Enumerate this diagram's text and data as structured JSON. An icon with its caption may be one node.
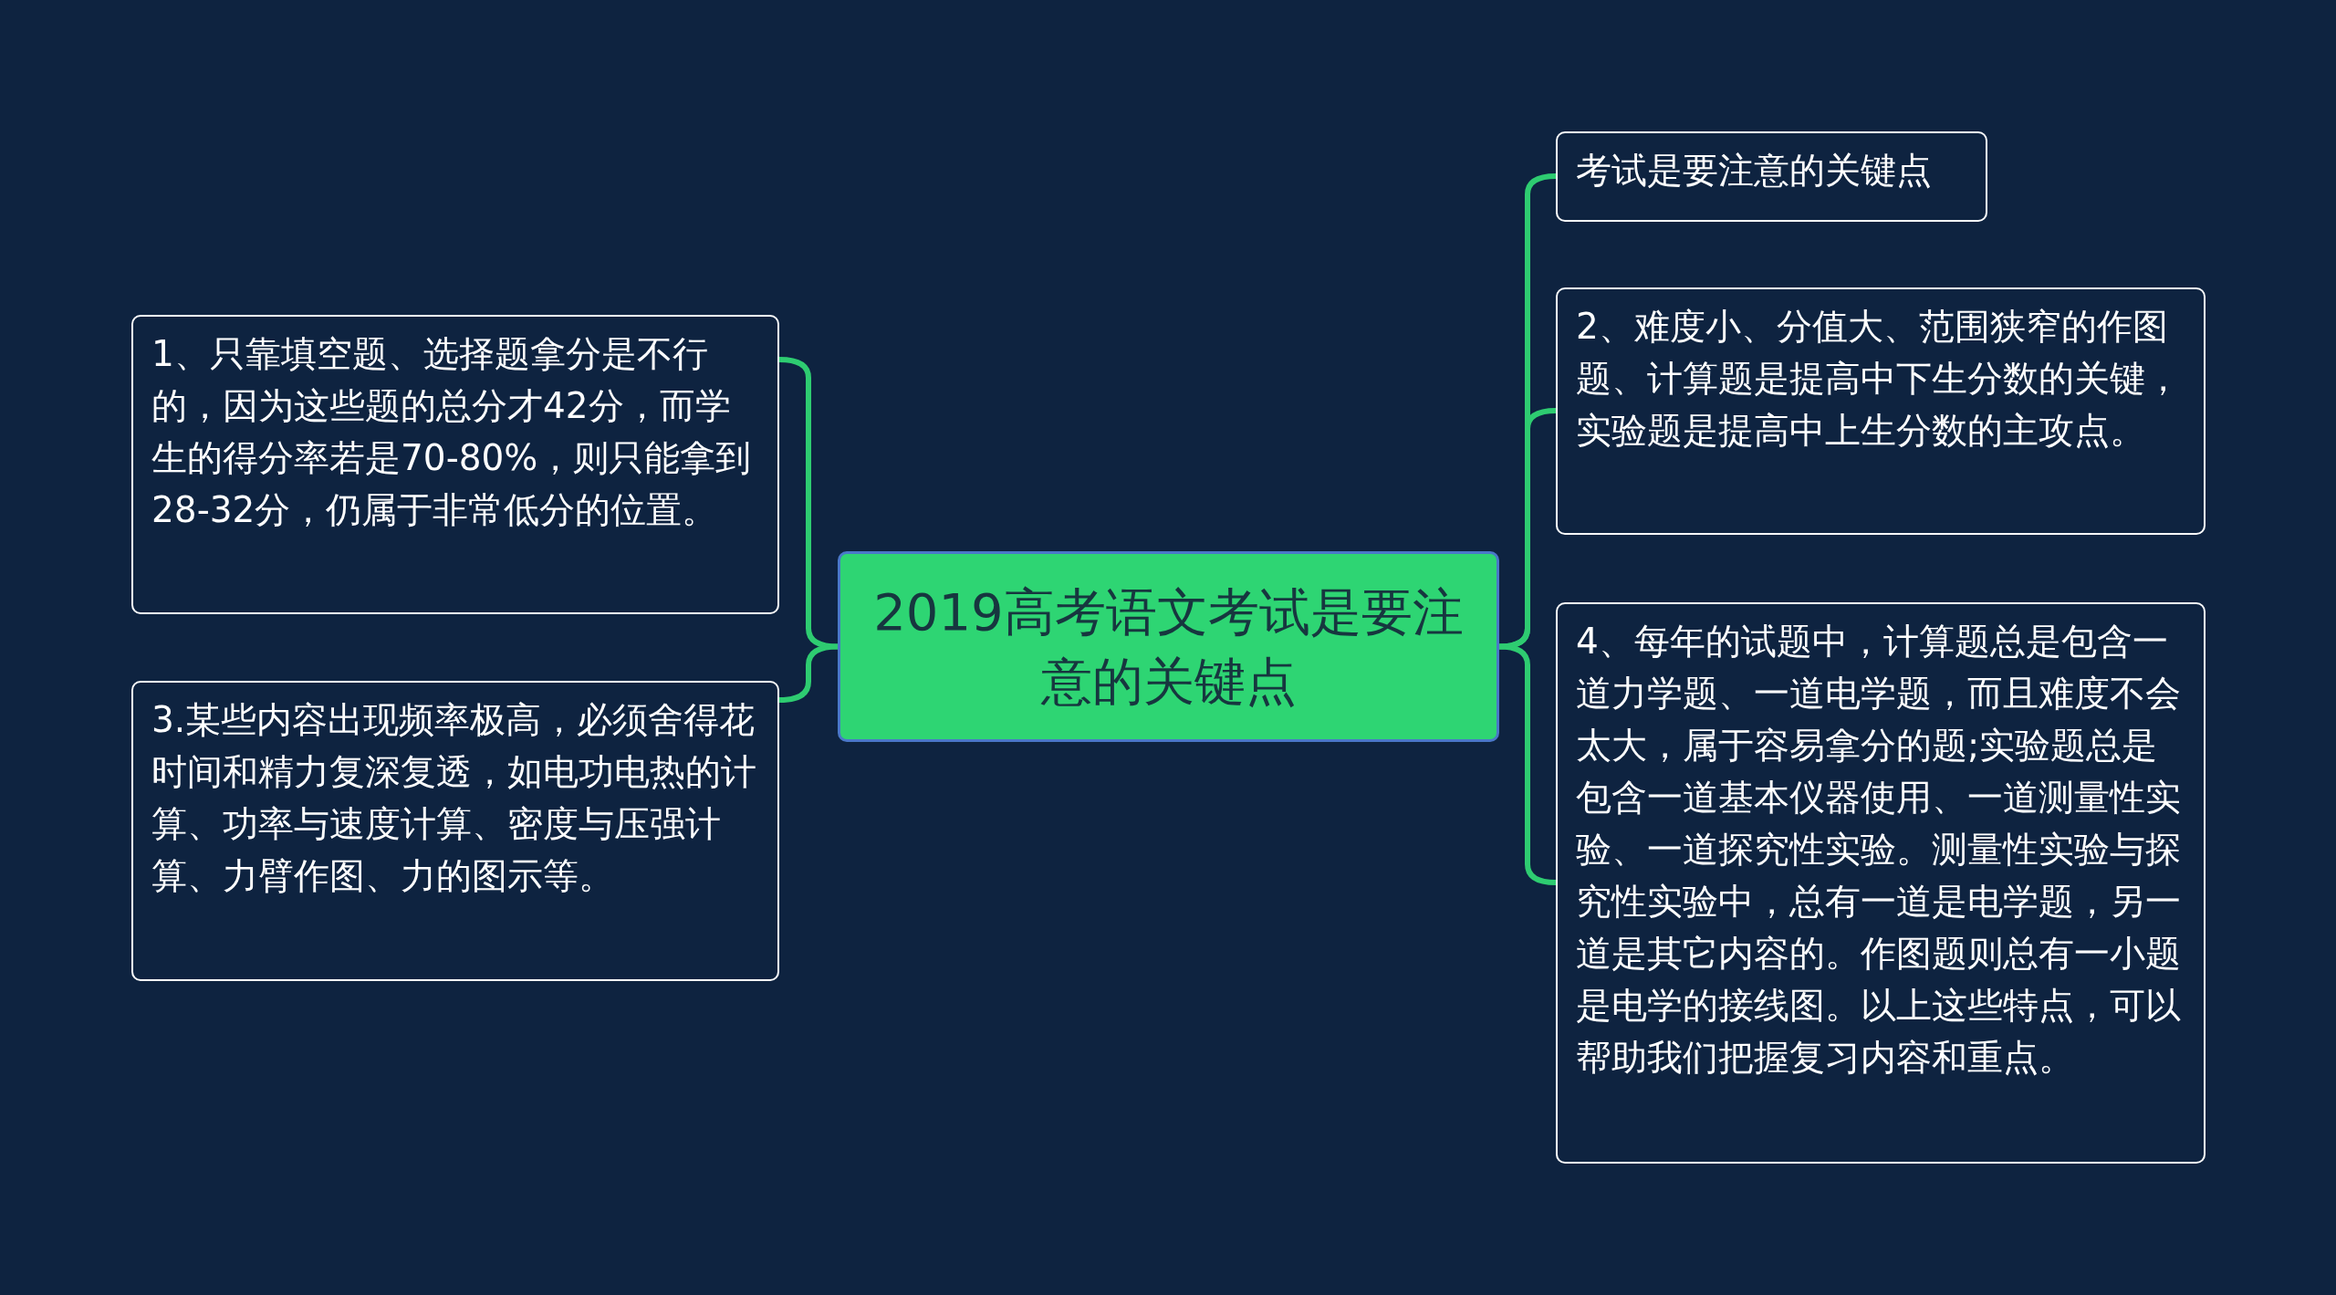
{
  "diagram": {
    "nodes": [
      {
        "text": [
          "2019高考语文考试是要注意的关键点"
        ]
      },
      {
        "text": [
          "1、只靠填空题、选择题拿分是不行的，因为这些题的总分才42分，而学生的得分率若是70-80%，则只能拿到28-32分，仍属于非常低分的位置。"
        ]
      },
      {
        "text": [
          "3.某些内容出现频率极高，必须舍得花时间和精力复深复透，如电功电热的计算、功率与速度计算、密度与压强计算、力臂作图、力的图示等。"
        ]
      },
      {
        "text": [
          "考试是要注意的关键点"
        ]
      },
      {
        "text": [
          "2、难度小、分值大、范围狭窄的作图题、计算题是提高中下生分数的关键，实验题是提高中上生分数的主攻点。"
        ]
      },
      {
        "text": [
          "4、每年的试题中，计算题总是包含一道力学题、一道电学题，而且难度不会太大，属于容易拿分的题;实验题总是包含一道基本仪器使用、一道测量性实验、一道探究性实验。测量性实验与探究性实验中，总有一道是电学题，另一道是其它内容的。作图题则总有一小题是电学的接线图。以上这些特点，可以帮助我们把握复习内容和重点。"
        ]
      }
    ],
    "edges": [
      {
        "from": 0,
        "to": 1,
        "arrow": "none"
      },
      {
        "from": 0,
        "to": 2,
        "arrow": "none"
      },
      {
        "from": 0,
        "to": 3,
        "arrow": "none"
      },
      {
        "from": 0,
        "to": 4,
        "arrow": "none"
      },
      {
        "from": 0,
        "to": 5,
        "arrow": "none"
      }
    ]
  }
}
